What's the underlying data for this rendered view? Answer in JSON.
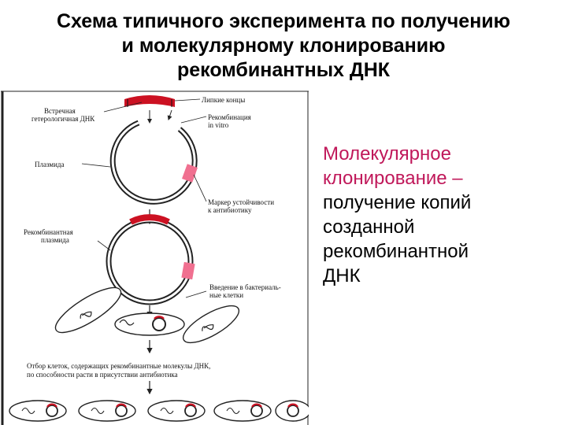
{
  "slide": {
    "title_lines": [
      "Схема типичного эксперимента по получению",
      "и молекулярному клонированию",
      "рекомбинантных ДНК"
    ],
    "definition": {
      "highlight_lines": [
        "Молекулярное",
        "клонирование –"
      ],
      "rest_lines": [
        "получение копий",
        "созданной",
        "рекомбинантной",
        "ДНК"
      ]
    }
  },
  "figure": {
    "labels": {
      "sticky_ends": "Липкие концы",
      "foreign_dna_1": "Встречная",
      "foreign_dna_2": "гетерологичная ДНК",
      "recombination_1": "Рекомбинация",
      "recombination_2": "in vitro",
      "plasmid": "Плазмида",
      "marker_1": "Маркер устойчивости",
      "marker_2": "к антибиотику",
      "recombinant_1": "Рекомбинантная",
      "recombinant_2": "плазмида",
      "intro_1": "Введение в бактериаль-",
      "intro_2": "ные клетки",
      "selection_1": "Отбор клеток, содержащих рекомбинантные молекулы ДНК,",
      "selection_2": "по способности расти в присутствии антибиотика"
    }
  },
  "colors": {
    "insert_red": "#cc1122",
    "marker_pink": "#f07090",
    "definition_highlight": "#c0185a",
    "frame": "#222222"
  }
}
